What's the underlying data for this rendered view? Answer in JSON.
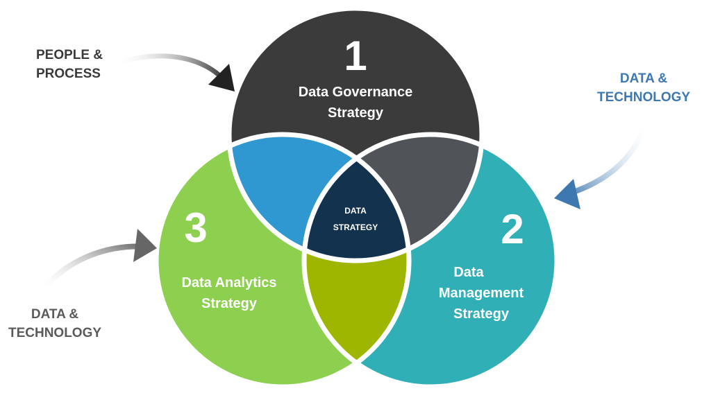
{
  "circles": [
    {
      "number": "1",
      "title_line1": "Data Governance",
      "title_line2": "Strategy",
      "color": "#3b3b3c"
    },
    {
      "number": "2",
      "title_line1": "Data",
      "title_line2": "Management",
      "title_line3": "Strategy",
      "color": "#30b0b6"
    },
    {
      "number": "3",
      "title_line1": "Data Analytics",
      "title_line2": "Strategy",
      "color": "#8dcf4f"
    }
  ],
  "center": {
    "line1": "DATA",
    "line2": "STRATEGY",
    "color": "#12324e"
  },
  "overlaps": {
    "governance_analytics": "#2f98d0",
    "governance_management": "#505458",
    "analytics_management": "#9fb600"
  },
  "side_labels": {
    "top_left": {
      "line1": "PEOPLE &",
      "line2": "PROCESS",
      "color": "#3a3a3a"
    },
    "top_right": {
      "line1": "DATA &",
      "line2": "TECHNOLOGY",
      "color": "#3d78b0"
    },
    "bottom_left": {
      "line1": "DATA &",
      "line2": "TECHNOLOGY",
      "color": "#5a5a5a"
    }
  }
}
